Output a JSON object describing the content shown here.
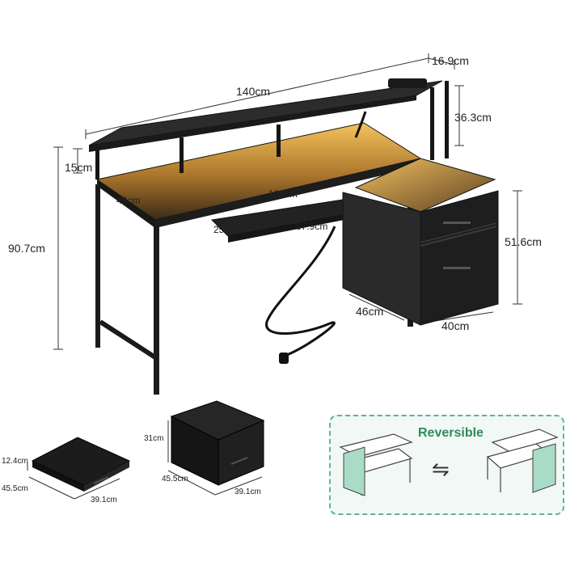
{
  "dimensions": {
    "hutch_width": "140cm",
    "hutch_depth": "16.9cm",
    "hutch_height": "36.3cm",
    "shelf_clearance": "15cm",
    "desk_height": "90.7cm",
    "desk_depth": "48cm",
    "desk_width": "100cm",
    "tray_depth": "25.9cm",
    "tray_width": "57.9cm",
    "cabinet_height": "51.6cm",
    "cabinet_depth": "46cm",
    "cabinet_width": "40cm"
  },
  "drawers": {
    "small": {
      "height": "12.4cm",
      "depth": "45.5cm",
      "width": "39.1cm"
    },
    "large": {
      "height": "31cm",
      "depth": "45.5cm",
      "width": "39.1cm"
    }
  },
  "reversible": {
    "title": "Reversible",
    "swap_symbol": "⇋"
  },
  "colors": {
    "frame": "#1b1b1b",
    "top": "#2a2a2a",
    "led_glow": "#e9b04a",
    "accent": "#2f8a5c",
    "panel_border": "#5fb39a"
  }
}
